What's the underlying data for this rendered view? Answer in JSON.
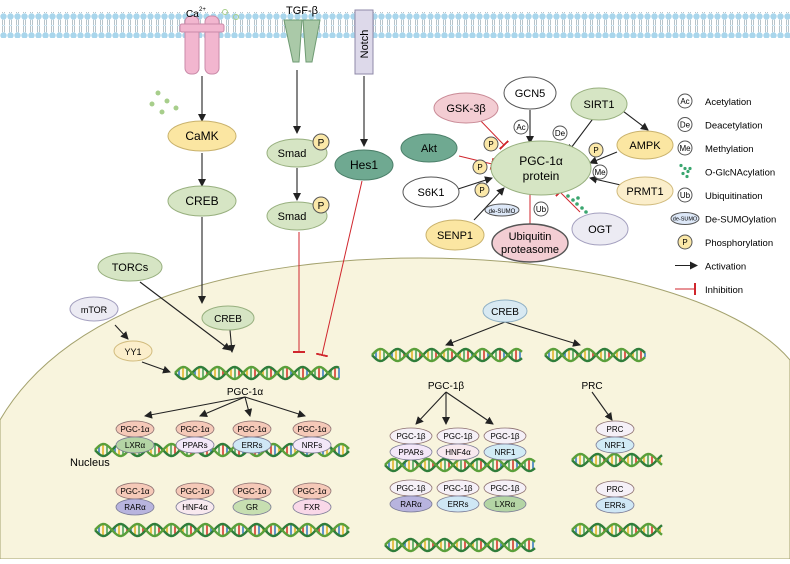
{
  "membrane": {
    "ca_label": "Ca",
    "ca_sup": "2+",
    "tgf_label": "TGF-β",
    "notch_label": "Notch"
  },
  "cytoplasm": {
    "camk": "CaMK",
    "creb_cyto": "CREB",
    "smad1": "Smad",
    "smad2": "Smad",
    "hes1": "Hes1",
    "torcs": "TORCs",
    "mtor": "mTOR",
    "yy1": "YY1",
    "creb_nuc": "CREB",
    "p": "P"
  },
  "pgc_network": {
    "center_line1": "PGC-1α",
    "center_line2": "protein",
    "gsk": "GSK-3β",
    "gcn5": "GCN5",
    "sirt1": "SIRT1",
    "ampk": "AMPK",
    "akt": "Akt",
    "s6k1": "S6K1",
    "senp1": "SENP1",
    "prmt1": "PRMT1",
    "ogt": "OGT",
    "ubp_line1": "Ubiquitin",
    "ubp_line2": "proteasome",
    "ac": "Ac",
    "de": "De",
    "me": "Me",
    "ub": "Ub",
    "desumo": "de-SUMO"
  },
  "legend": [
    {
      "key": "Ac",
      "label": "Acetylation"
    },
    {
      "key": "De",
      "label": "Deacetylation"
    },
    {
      "key": "Me",
      "label": "Methylation"
    },
    {
      "key": "glc",
      "label": "O-GlcNAcylation"
    },
    {
      "key": "Ub",
      "label": "Ubiquitination"
    },
    {
      "key": "de-SUMO",
      "label": "De-SUMOylation"
    },
    {
      "key": "P",
      "label": "Phosphorylation"
    },
    {
      "key": "act",
      "label": "Activation"
    },
    {
      "key": "inh",
      "label": "Inhibition"
    }
  ],
  "nucleus": {
    "label": "Nucleus",
    "pgc1a_dna_label": "PGC-1α",
    "pgc1a_row1": [
      {
        "top": "PGC-1α",
        "bottom": "LXRα"
      },
      {
        "top": "PGC-1α",
        "bottom": "PPARs"
      },
      {
        "top": "PGC-1α",
        "bottom": "ERRs"
      },
      {
        "top": "PGC-1α",
        "bottom": "NRFs"
      }
    ],
    "pgc1a_row2": [
      {
        "top": "PGC-1α",
        "bottom": "RARα"
      },
      {
        "top": "PGC-1α",
        "bottom": "HNF4α"
      },
      {
        "top": "PGC-1α",
        "bottom": "GR"
      },
      {
        "top": "PGC-1α",
        "bottom": "FXR"
      }
    ],
    "creb_right": "CREB",
    "pgc1b_label": "PGC-1β",
    "prc_label": "PRC",
    "pgc1b_row1": [
      {
        "top": "PGC-1β",
        "bottom": "PPARs"
      },
      {
        "top": "PGC-1β",
        "bottom": "HNF4α"
      },
      {
        "top": "PGC-1β",
        "bottom": "NRF1"
      }
    ],
    "pgc1b_row2": [
      {
        "top": "PGC-1β",
        "bottom": "RARα"
      },
      {
        "top": "PGC-1β",
        "bottom": "ERRs"
      },
      {
        "top": "PGC-1β",
        "bottom": "LXRα"
      }
    ],
    "prc_row1": {
      "top": "PRC",
      "bottom": "NRF1"
    },
    "prc_row2": {
      "top": "PRC",
      "bottom": "ERRs"
    }
  },
  "colors": {
    "membrane_head": "#9fd3ec",
    "nucleus_fill": "#f8f4dd",
    "camk_fill": "#fbe6a2",
    "green_fill": "#d6e5c4",
    "teal_fill": "#6fa991",
    "pink_fill": "#f3cdd3",
    "gray_fill": "#ecebf3",
    "inhibition": "#d0262d",
    "arrow": "#222222"
  }
}
